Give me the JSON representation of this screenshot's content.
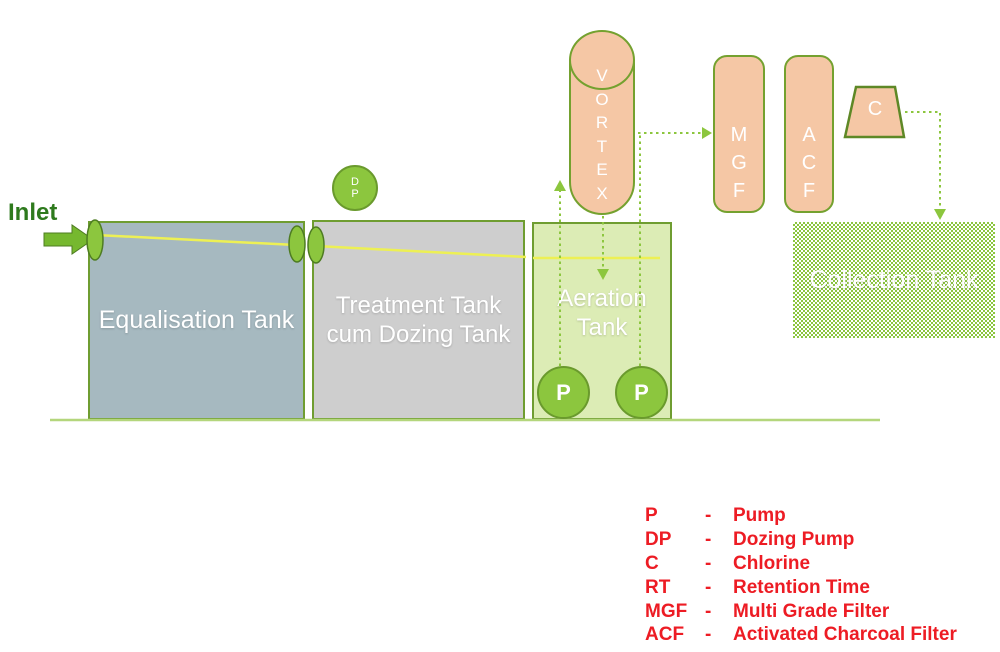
{
  "inlet": {
    "label": "Inlet"
  },
  "tanks": {
    "equalisation": {
      "label": "Equalisation Tank"
    },
    "treatment": {
      "label": "Treatment Tank\ncum Dozing Tank"
    },
    "aeration": {
      "label": "Aeration\nTank"
    },
    "collection": {
      "label": "Collection Tank"
    }
  },
  "equipment": {
    "vortex": {
      "label_stacked": "V\nO\nR\nT\nE\nX"
    },
    "mgf": {
      "label_stacked": "M\nG\nF"
    },
    "acf": {
      "label_stacked": "A\nC\nF"
    },
    "chlorine": {
      "label": "C"
    },
    "dozing_pump": {
      "label_stacked": "D\nP"
    },
    "pumps": {
      "left": "P",
      "right": "P"
    }
  },
  "legend": {
    "rows": [
      {
        "abbr": "P",
        "sep": "-",
        "meaning": "Pump"
      },
      {
        "abbr": "DP",
        "sep": "-",
        "meaning": "Dozing Pump"
      },
      {
        "abbr": "C",
        "sep": "-",
        "meaning": "Chlorine"
      },
      {
        "abbr": "RT",
        "sep": "-",
        "meaning": "Retention Time"
      },
      {
        "abbr": "MGF",
        "sep": "-",
        "meaning": "Multi Grade Filter"
      },
      {
        "abbr": "ACF",
        "sep": "-",
        "meaning": "Activated Charcoal Filter"
      }
    ]
  },
  "colors": {
    "accent_green": "#8cc63e",
    "border_green": "#6f9d31",
    "dark_green_text": "#2e7a1d",
    "salmon_fill": "#f5c7a5",
    "equalisation_fill": "#a6b9c0",
    "treatment_fill": "#cecece",
    "aeration_fill": "#dcecb5",
    "water_line_yellow": "#edf054",
    "ground_line_green": "#b4d67c",
    "legend_red": "#ed1c24"
  }
}
